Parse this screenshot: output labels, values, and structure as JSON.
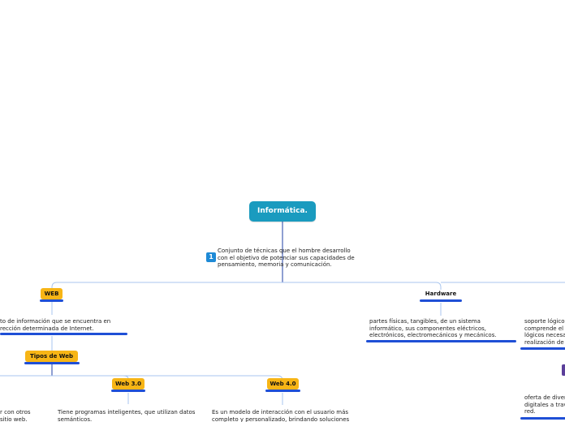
{
  "mindmap": {
    "root": {
      "label": "Informática."
    },
    "root_marker": "1",
    "root_description": "Conjunto de técnicas que el hombre desarrollo con el objetivo de potenciar sus capacidades de pensamiento, memoria y comunicación.",
    "web": {
      "label": "WEB",
      "description": "to de información que se encuentra en rección determinada de Internet."
    },
    "tipos_web": {
      "label": "Tipos de Web",
      "left_fragment": "r con otros sitio web.",
      "web3": {
        "label": "Web 3.0",
        "description": "Tiene programas inteligentes, que utilizan datos semánticos."
      },
      "web4": {
        "label": "Web 4.0",
        "description": "Es un modelo de interacción con el usuario más completo y personalizado, brindando soluciones"
      }
    },
    "hardware": {
      "label": "Hardware",
      "description": "partes físicas, tangibles, de un sistema informático, sus componentes eléctricos, electrónicos, electromecánicos y mecánicos."
    },
    "software": {
      "description": "soporte lógico comprende el lógicos necesa realización de"
    },
    "internet": {
      "description": "oferta de diver digitales a trav red."
    }
  },
  "colors": {
    "root": "#1a9bbf",
    "topic": "#f7b516",
    "underline": "#1f4fd6",
    "connector": "#1f3fa6",
    "light_connector": "#a9c6ef"
  }
}
